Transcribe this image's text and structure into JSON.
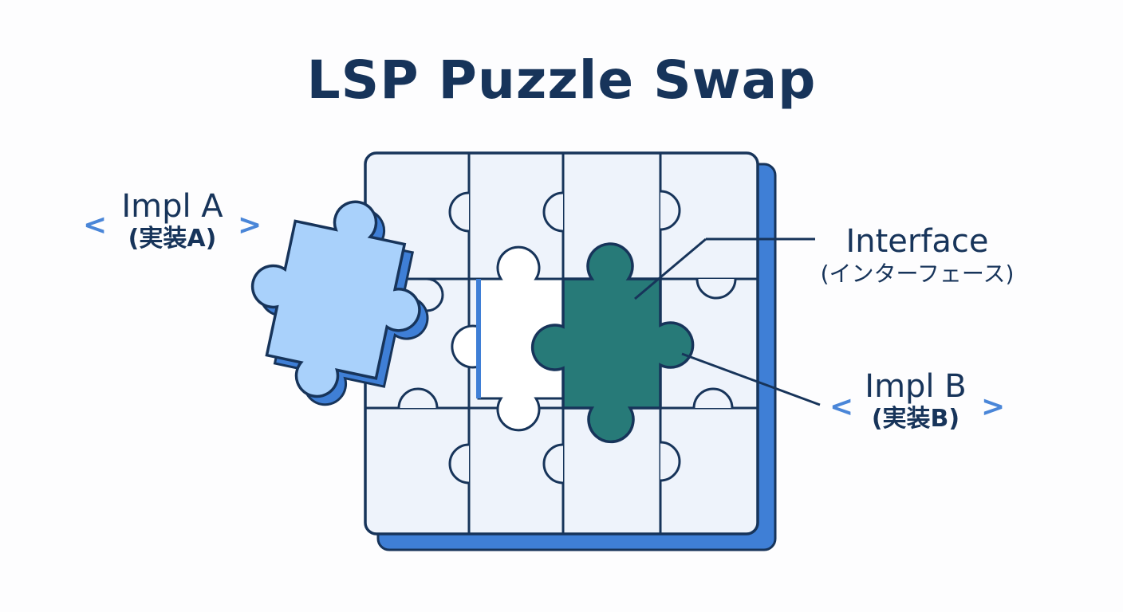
{
  "title": "LSP Puzzle Swap",
  "labels": {
    "impl_a": {
      "main": "Impl A",
      "sub": "(実装A)"
    },
    "interface": {
      "main": "Interface",
      "sub": "(インターフェース)"
    },
    "impl_b": {
      "main": "Impl B",
      "sub": "(実装B)"
    }
  },
  "icons": {
    "left_chevron": "chevron-left-icon",
    "right_chevron": "chevron-right-icon"
  },
  "colors": {
    "board_fill": "#eef3fb",
    "board_shadow": "#3f7fd6",
    "outline": "#17345a",
    "impl_a_fill": "#a9d1fb",
    "impl_b_fill": "#277a78",
    "title": "#17345a",
    "chevron": "#4a86d8"
  },
  "chevrons": {
    "left": "<",
    "right": ">"
  }
}
